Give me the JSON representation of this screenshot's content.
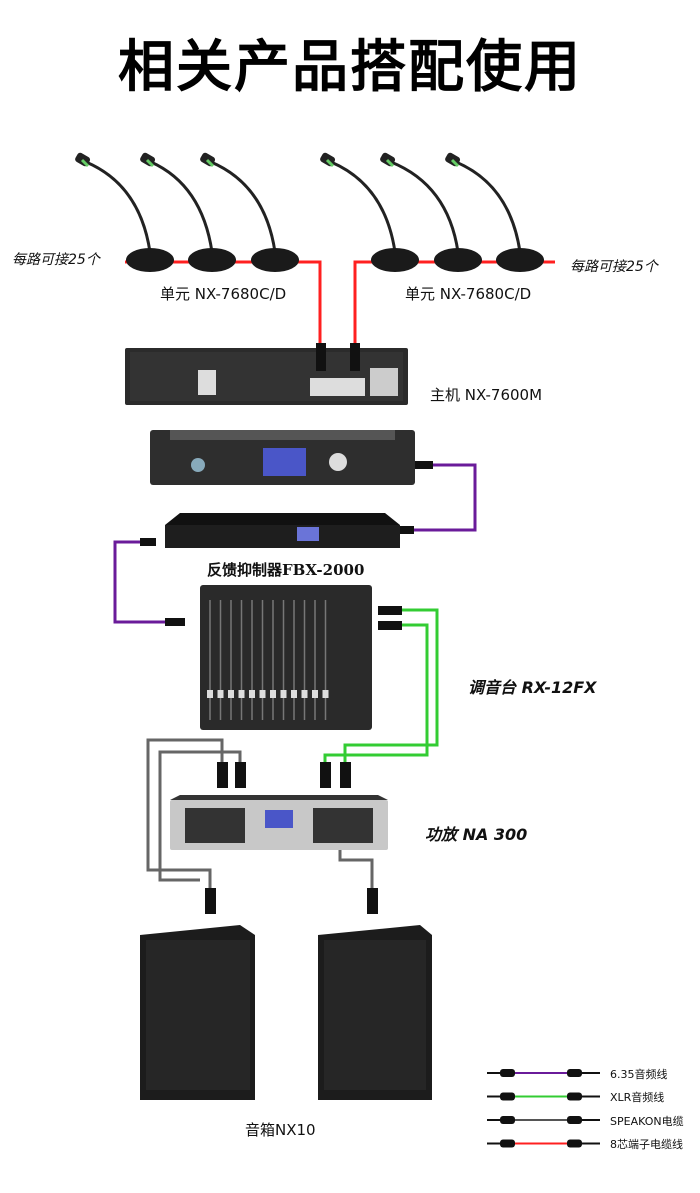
{
  "title": "相关产品搭配使用",
  "labels": {
    "left_count": "每路可接25个",
    "right_count": "每路可接25个",
    "unit_left": "单元 NX-7680C/D",
    "unit_right": "单元 NX-7680C/D",
    "host": "主机 NX-7600M",
    "feedback": "反馈抑制器FBX-2000",
    "mixer": "调音台 RX-12FX",
    "amp": "功放 NA 300",
    "speakers": "音箱NX10"
  },
  "legend": [
    {
      "label": "6.35音频线",
      "color": "#6a1b9a"
    },
    {
      "label": "XLR音频线",
      "color": "#33cc33"
    },
    {
      "label": "SPEAKON电缆",
      "color": "#555555"
    },
    {
      "label": "8芯端子电缆线",
      "color": "#ff2020"
    }
  ],
  "colors": {
    "red": "#ff2020",
    "purple": "#6a1b9a",
    "green": "#33cc33",
    "gray": "#666666",
    "device": "#2b2b2b"
  }
}
